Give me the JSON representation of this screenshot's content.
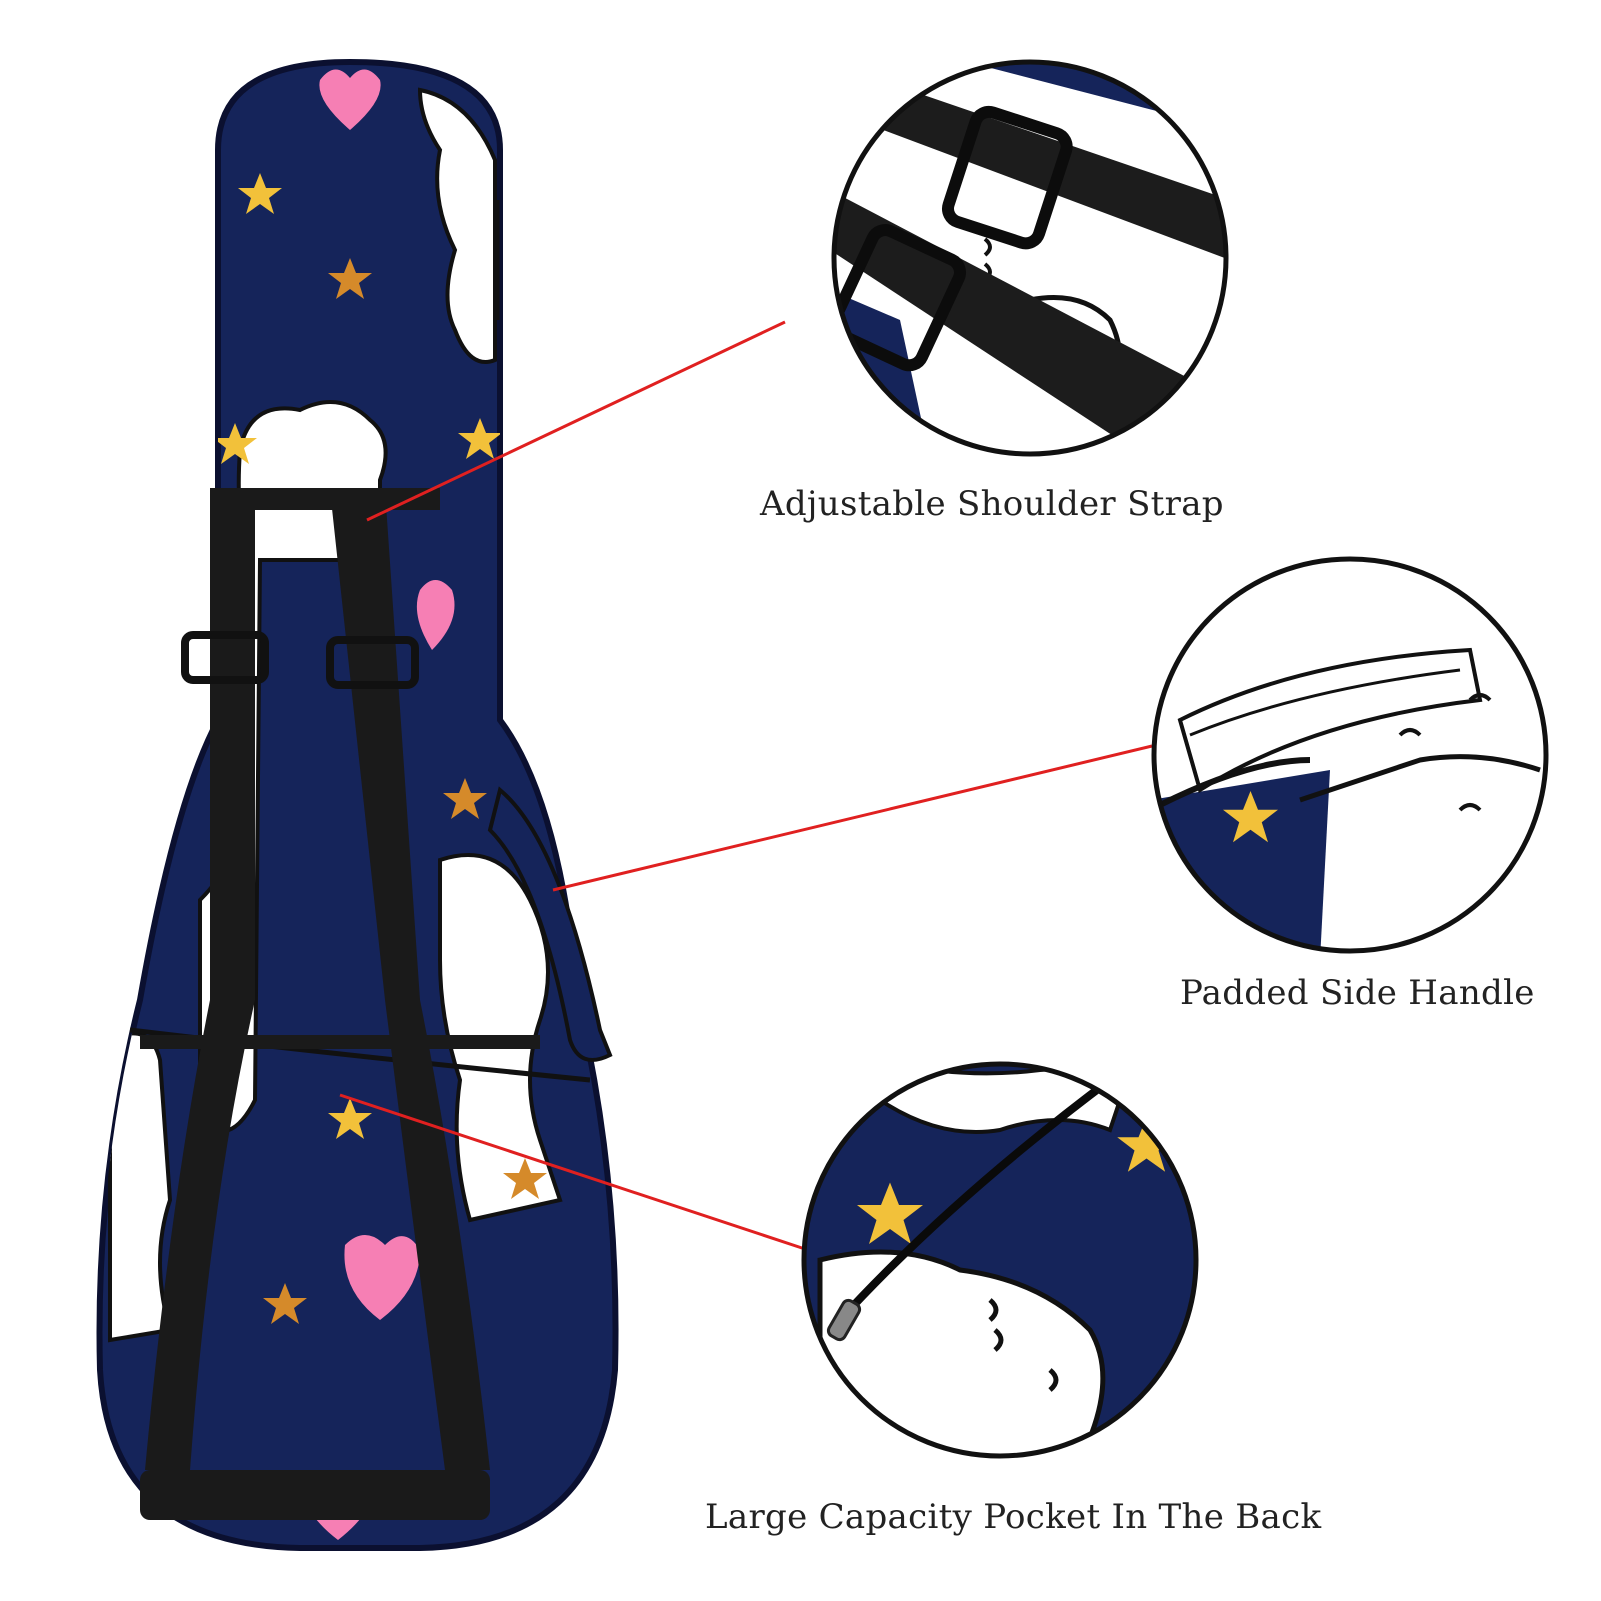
{
  "callouts": {
    "strap_label": "Adjustable Shoulder Strap",
    "handle_label": "Padded Side Handle",
    "pocket_label": "Large Capacity Pocket In The Back"
  },
  "colors": {
    "bag_navy": "#15245a",
    "strap_black": "#1a1a1a",
    "leader_red": "#e02020",
    "heart_pink": "#f67fb4",
    "star_gold": "#f2c13a",
    "star_orange": "#d58a2a",
    "alpaca_white": "#ffffff"
  }
}
